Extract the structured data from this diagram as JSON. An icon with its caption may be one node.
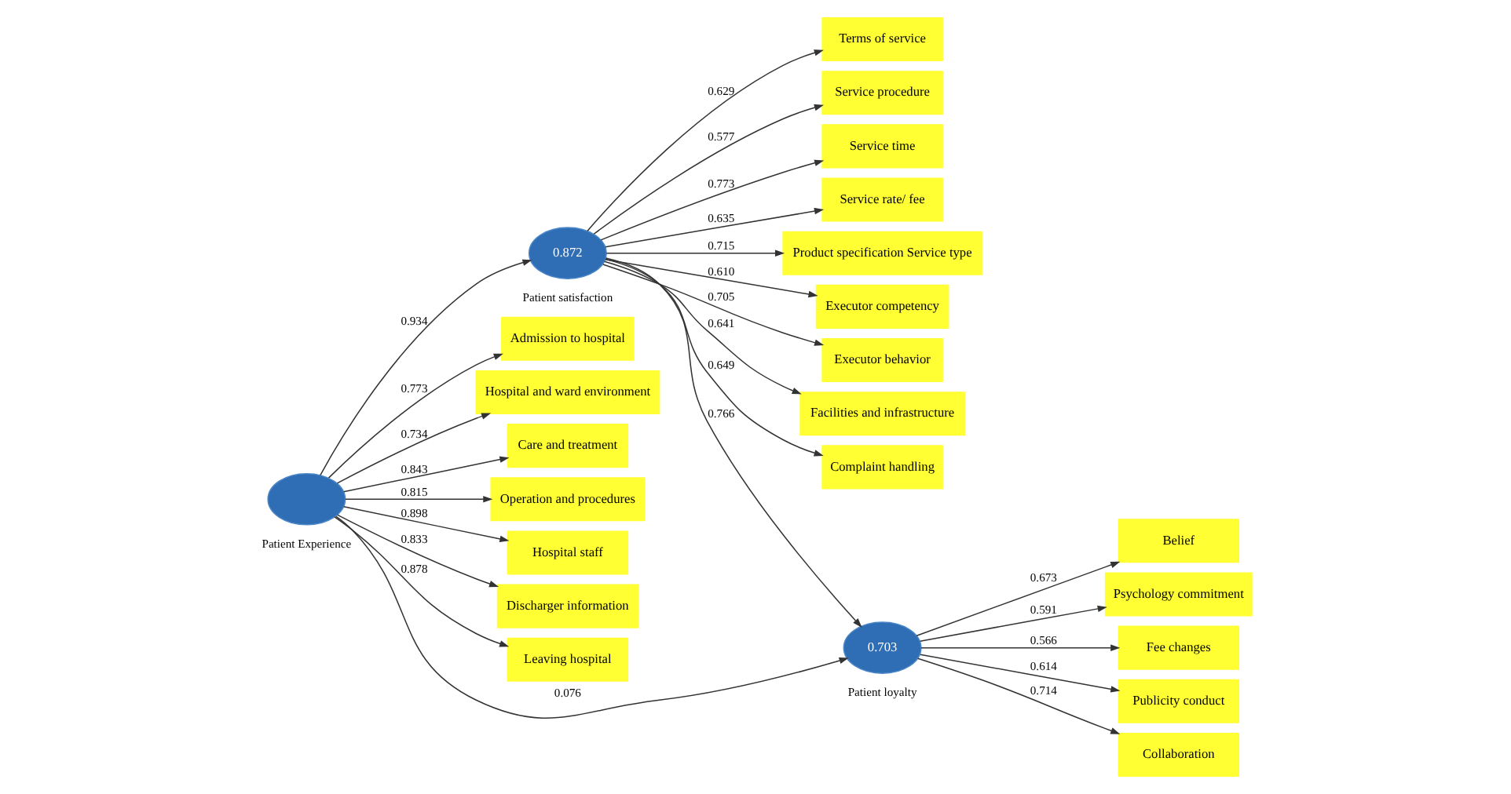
{
  "diagram": {
    "nodes": [
      {
        "text": [
          "Terms of service"
        ]
      },
      {
        "text": [
          "Service procedure"
        ]
      },
      {
        "text": [
          "Service time"
        ]
      },
      {
        "text": [
          "Service rate/ fee"
        ]
      },
      {
        "text": [
          "Product specification Service type"
        ]
      },
      {
        "text": [
          "Executor competency"
        ]
      },
      {
        "text": [
          "Executor behavior"
        ]
      },
      {
        "text": [
          "Facilities and infrastructure"
        ]
      },
      {
        "text": [
          "Complaint handling"
        ]
      },
      {
        "text": [
          "0.872"
        ],
        "beside": [
          "Patient satisfaction"
        ]
      },
      {
        "text": [
          "Admission to hospital"
        ]
      },
      {
        "text": [
          "Hospital and ward environment"
        ]
      },
      {
        "text": [
          "Care and treatment"
        ]
      },
      {
        "text": [
          "Operation and procedures"
        ]
      },
      {
        "text": [
          "Hospital staff"
        ]
      },
      {
        "text": [
          "Discharger information"
        ]
      },
      {
        "text": [
          "Leaving hospital"
        ]
      },
      {
        "text": [],
        "shape": "ellipse",
        "beside": [
          "Patient Experience"
        ]
      },
      {
        "text": [
          "0.703"
        ],
        "beside": [
          "Patient loyalty"
        ]
      },
      {
        "text": [
          "Belief"
        ]
      },
      {
        "text": [
          "Psychology commitment"
        ]
      },
      {
        "text": [
          "Fee changes"
        ]
      },
      {
        "text": [
          "Publicity conduct"
        ]
      },
      {
        "text": [
          "Collaboration"
        ]
      }
    ],
    "edges": [
      {
        "from": 9,
        "to": 0,
        "arrow": "to",
        "label": "0.629"
      },
      {
        "from": 9,
        "to": 1,
        "arrow": "to",
        "label": "0.577"
      },
      {
        "from": 9,
        "to": 2,
        "arrow": "to",
        "label": "0.773"
      },
      {
        "from": 9,
        "to": 3,
        "arrow": "to",
        "label": "0.635"
      },
      {
        "from": 9,
        "to": 4,
        "arrow": "to",
        "label": "0.715"
      },
      {
        "from": 9,
        "to": 5,
        "arrow": "to",
        "label": "0.610"
      },
      {
        "from": 9,
        "to": 6,
        "arrow": "to",
        "label": "0.705"
      },
      {
        "from": 9,
        "to": 7,
        "arrow": "to",
        "label": "0.641"
      },
      {
        "from": 9,
        "to": 8,
        "arrow": "to",
        "label": "0.649"
      },
      {
        "from": 17,
        "to": 10,
        "arrow": "to",
        "label": "0.773"
      },
      {
        "from": 17,
        "to": 11,
        "arrow": "to",
        "label": "0.734"
      },
      {
        "from": 17,
        "to": 12,
        "arrow": "to",
        "label": "0.843"
      },
      {
        "from": 17,
        "to": 13,
        "arrow": "to",
        "label": "0.815"
      },
      {
        "from": 17,
        "to": 14,
        "arrow": "to",
        "label": "0.898"
      },
      {
        "from": 17,
        "to": 15,
        "arrow": "to",
        "label": "0.833"
      },
      {
        "from": 17,
        "to": 16,
        "arrow": "to",
        "label": "0.878"
      },
      {
        "from": 17,
        "to": 9,
        "arrow": "to",
        "label": "0.934"
      },
      {
        "from": 9,
        "to": 18,
        "arrow": "to",
        "label": "0.766"
      },
      {
        "from": 17,
        "to": 18,
        "arrow": "to",
        "label": "0.076"
      },
      {
        "from": 18,
        "to": 19,
        "arrow": "to",
        "label": "0.673"
      },
      {
        "from": 18,
        "to": 20,
        "arrow": "to",
        "label": "0.591"
      },
      {
        "from": 18,
        "to": 21,
        "arrow": "to",
        "label": "0.566"
      },
      {
        "from": 18,
        "to": 22,
        "arrow": "to",
        "label": "0.614"
      },
      {
        "from": 18,
        "to": 23,
        "arrow": "to",
        "label": "0.714"
      }
    ]
  }
}
